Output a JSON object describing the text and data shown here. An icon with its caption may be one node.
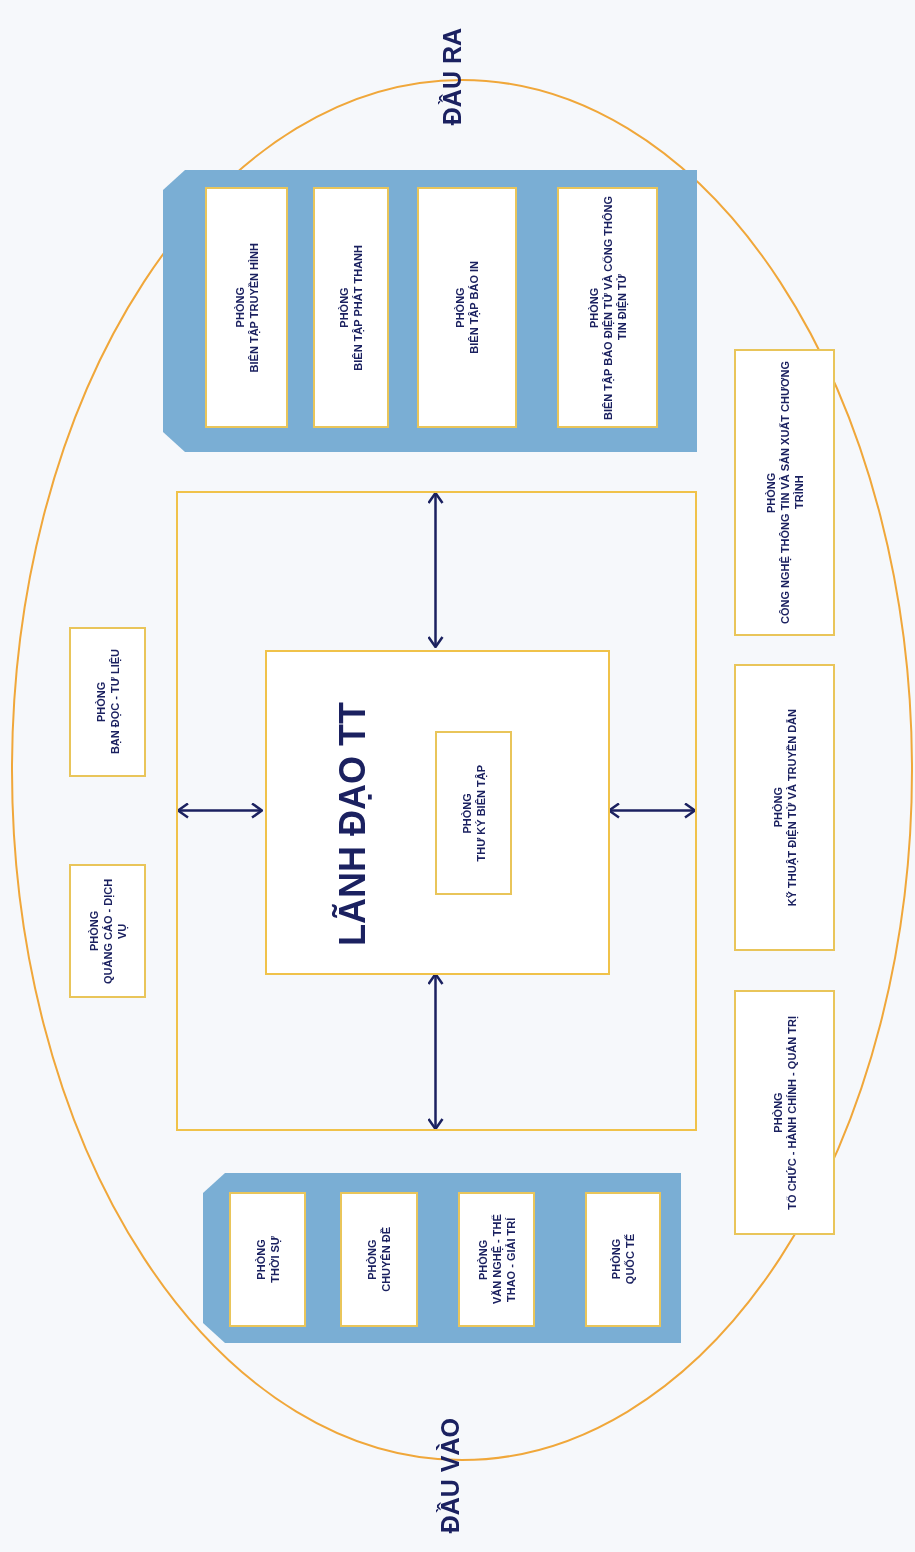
{
  "diagram": {
    "nodes": [
      {
        "text": [
          "PHÒNG",
          "QUẢNG CÁO - DỊCH VỤ"
        ]
      },
      {
        "text": [
          "PHÒNG",
          "BẠN ĐỌC - TƯ LIỆU"
        ]
      },
      {
        "text": [
          "ĐẦU VÀO"
        ]
      },
      {
        "text": [
          "PHÒNG",
          "THỜI SỰ"
        ],
        "in": 2
      },
      {
        "text": [
          "PHÒNG",
          "CHUYÊN ĐỀ"
        ],
        "in": 2
      },
      {
        "text": [
          "PHÒNG",
          "VĂN NGHỆ - THỂ THAO - GIẢI TRÍ"
        ],
        "in": 2
      },
      {
        "text": [
          "PHÒNG",
          "QUỐC TẾ"
        ],
        "in": 2
      },
      {
        "text": [],
        "shape": "box"
      },
      {
        "text": [
          "LÃNH ĐẠO TT"
        ],
        "in": 7
      },
      {
        "text": [
          "PHÒNG",
          "THƯ KÝ BIÊN TẬP"
        ],
        "in": 8
      },
      {
        "text": [
          "ĐẦU RA"
        ]
      },
      {
        "text": [
          "PHÒNG",
          "BIÊN TẬP TRUYỀN HÌNH"
        ],
        "in": 10
      },
      {
        "text": [
          "PHÒNG",
          "BIÊN TẬP PHÁT THANH"
        ],
        "in": 10
      },
      {
        "text": [
          "PHÒNG",
          "BIÊN TẬP BÁO IN"
        ],
        "in": 10
      },
      {
        "text": [
          "PHÒNG",
          "BIÊN TẬP BÁO ĐIỆN TỬ VÀ CỔNG THÔNG TIN ĐIỆN TỬ"
        ],
        "in": 10
      },
      {
        "text": [
          "PHÒNG",
          "TỔ CHỨC - HÀNH CHÍNH - QUẢN TRỊ"
        ]
      },
      {
        "text": [
          "PHÒNG",
          "KỸ THUẬT ĐIỆN TỬ VÀ TRUYỀN DẪN"
        ]
      },
      {
        "text": [
          "PHÒNG",
          "CÔNG NGHỆ THÔNG TIN VÀ SẢN XUẤT CHƯƠNG TRÌNH"
        ]
      }
    ],
    "edges": [
      {
        "from": 7,
        "to": 8,
        "arrow": "both"
      },
      {
        "from": 7,
        "to": 8,
        "arrow": "both"
      },
      {
        "from": 7,
        "to": 8,
        "arrow": "both"
      },
      {
        "from": 7,
        "to": 8,
        "arrow": "both"
      }
    ]
  }
}
